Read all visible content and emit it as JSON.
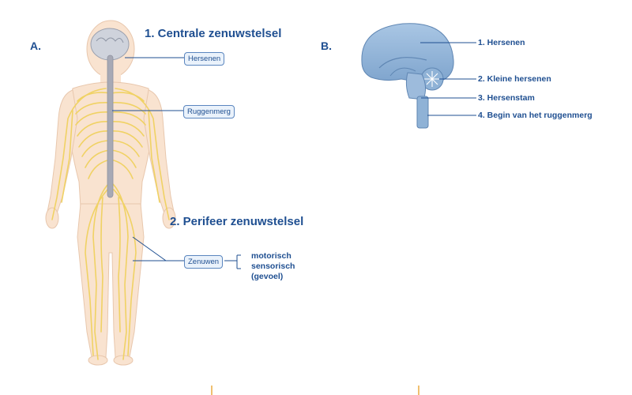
{
  "panel_a": {
    "letter": "A.",
    "central_title": "1. Centrale zenuwstelsel",
    "brain_label": "Hersenen",
    "spinal_label": "Ruggenmerg",
    "peripheral_title": "2. Perifeer zenuwstelsel",
    "nerves_label": "Zenuwen",
    "nerve_types": [
      "motorisch",
      "sensorisch",
      "(gevoel)"
    ]
  },
  "panel_b": {
    "letter": "B.",
    "labels": [
      "1. Hersenen",
      "2. Kleine hersenen",
      "3. Hersenstam",
      "4. Begin van het ruggenmerg"
    ]
  },
  "colors": {
    "text": "#1f4f91",
    "skin": "#f9e3d0",
    "nerve": "#f0d264",
    "brain": "#8fb2d6",
    "spine": "#a7a9b5"
  }
}
